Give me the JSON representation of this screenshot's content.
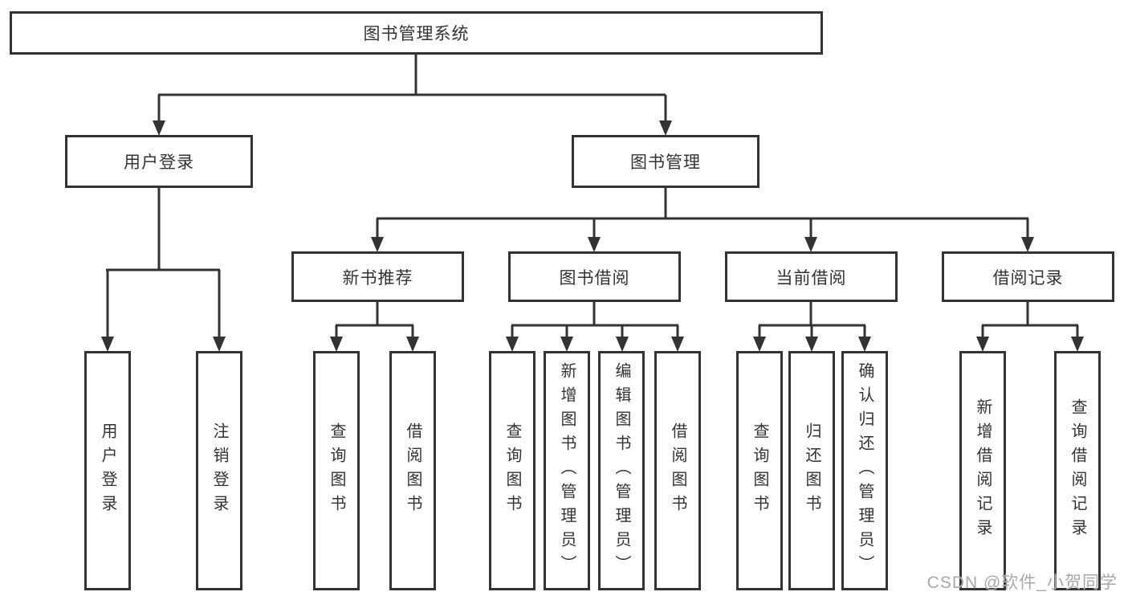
{
  "diagram": {
    "root": {
      "label": "图书管理系统"
    },
    "branches": [
      {
        "label": "用户登录",
        "children": [
          {
            "label": "用户登录"
          },
          {
            "label": "注销登录"
          }
        ]
      },
      {
        "label": "图书管理",
        "children": [
          {
            "label": "新书推荐",
            "children": [
              {
                "label": "查询图书"
              },
              {
                "label": "借阅图书"
              }
            ]
          },
          {
            "label": "图书借阅",
            "children": [
              {
                "label": "查询图书"
              },
              {
                "label": "新增图书（管理员）"
              },
              {
                "label": "编辑图书（管理员）"
              },
              {
                "label": "借阅图书"
              }
            ]
          },
          {
            "label": "当前借阅",
            "children": [
              {
                "label": "查询图书"
              },
              {
                "label": "归还图书"
              },
              {
                "label": "确认归还（管理员）"
              }
            ]
          },
          {
            "label": "借阅记录",
            "children": [
              {
                "label": "新增借阅记录"
              },
              {
                "label": "查询借阅记录"
              }
            ]
          }
        ]
      }
    ]
  },
  "watermark": {
    "text": "CSDN @软件_小贺同学"
  },
  "colors": {
    "line": "#333333",
    "text": "#333333",
    "watermark": "#a8a8a8",
    "background": "#ffffff"
  }
}
